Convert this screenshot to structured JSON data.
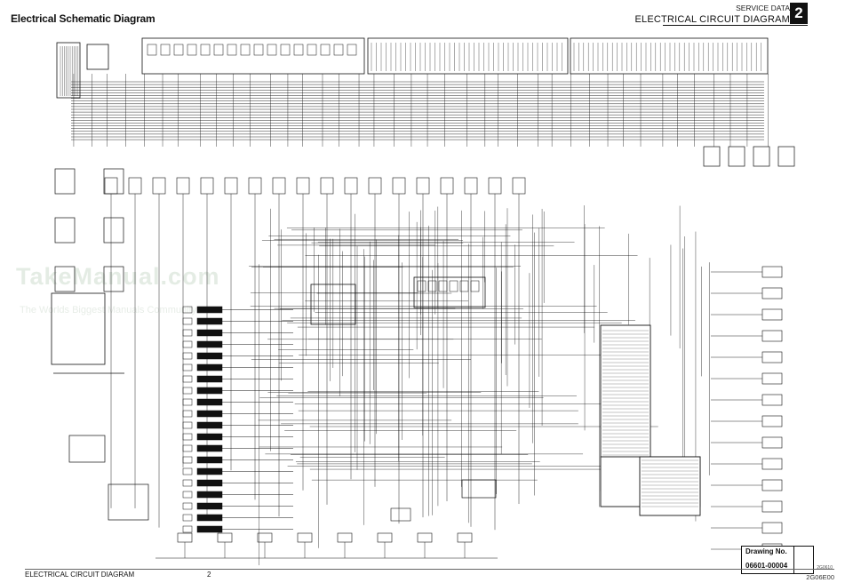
{
  "header": {
    "title": "Electrical Schematic Diagram",
    "service_data": "SERVICE DATA",
    "section_title": "ELECTRICAL CIRCUIT DIAGRAM",
    "section_number": "2"
  },
  "watermark": {
    "line1": "TakeManual.com",
    "line2": "The Worlds Biggest Manuals Community"
  },
  "drawing_box": {
    "label": "Drawing No.",
    "number": "06601-00004"
  },
  "footer": {
    "left": "ELECTRICAL CIRCUIT DIAGRAM",
    "page": "2",
    "code": "2G06E00",
    "small_code": "2G0610"
  },
  "colors": {
    "ink": "#111111",
    "paper": "#ffffff",
    "watermark": "#e4ece4"
  }
}
